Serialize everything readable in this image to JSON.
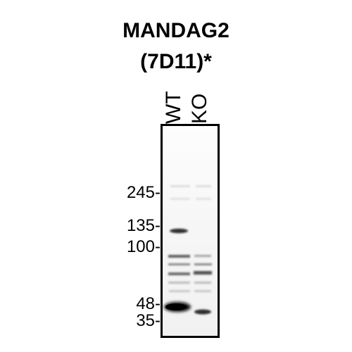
{
  "title": {
    "line1": "MANDAG2",
    "line2": "(7D11)*"
  },
  "lanes": [
    {
      "label": "WT"
    },
    {
      "label": "KO"
    }
  ],
  "markers": [
    {
      "label": "245-",
      "kda": 245
    },
    {
      "label": "135-",
      "kda": 135
    },
    {
      "label": "100-",
      "kda": 100
    },
    {
      "label": "48-",
      "kda": 48
    },
    {
      "label": "35-",
      "kda": 35
    }
  ],
  "colors": {
    "background": "#ffffff",
    "text": "#000000",
    "band": "#111111"
  }
}
